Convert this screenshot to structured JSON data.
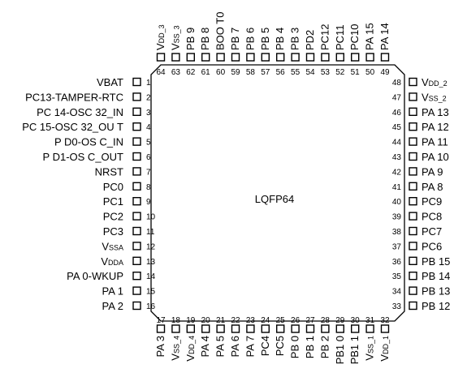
{
  "package": {
    "name": "LQFP64"
  },
  "pins": {
    "left": [
      {
        "num": "1",
        "name": "VBAT"
      },
      {
        "num": "2",
        "name": "PC13-TAMPER-RTC"
      },
      {
        "num": "3",
        "name": "PC 14-OSC 32_IN"
      },
      {
        "num": "4",
        "name": "PC 15-OSC 32_OU T"
      },
      {
        "num": "5",
        "name": "P D0-OS C_IN"
      },
      {
        "num": "6",
        "name": "P D1-OS C_OUT"
      },
      {
        "num": "7",
        "name": "NRST"
      },
      {
        "num": "8",
        "name": "PC0"
      },
      {
        "num": "9",
        "name": "PC1"
      },
      {
        "num": "10",
        "name": "PC2"
      },
      {
        "num": "11",
        "name": "PC3"
      },
      {
        "num": "12",
        "name": "VSSA"
      },
      {
        "num": "13",
        "name": "VDDA"
      },
      {
        "num": "14",
        "name": "PA 0-WKUP"
      },
      {
        "num": "15",
        "name": "PA 1"
      },
      {
        "num": "16",
        "name": "PA 2"
      }
    ],
    "bottom": [
      {
        "num": "17",
        "name": "PA 3"
      },
      {
        "num": "18",
        "name": "VSS_4"
      },
      {
        "num": "19",
        "name": "VDD_4"
      },
      {
        "num": "20",
        "name": "PA 4"
      },
      {
        "num": "21",
        "name": "PA 5"
      },
      {
        "num": "22",
        "name": "PA 6"
      },
      {
        "num": "23",
        "name": "PA 7"
      },
      {
        "num": "24",
        "name": "PC4"
      },
      {
        "num": "25",
        "name": "PC5"
      },
      {
        "num": "26",
        "name": "PB 0"
      },
      {
        "num": "27",
        "name": "PB 1"
      },
      {
        "num": "28",
        "name": "PB 2"
      },
      {
        "num": "29",
        "name": "PB1 0"
      },
      {
        "num": "30",
        "name": "PB1 1"
      },
      {
        "num": "31",
        "name": "VSS_1"
      },
      {
        "num": "32",
        "name": "VDD_1"
      }
    ],
    "right": [
      {
        "num": "33",
        "name": "PB 12"
      },
      {
        "num": "34",
        "name": "PB 13"
      },
      {
        "num": "35",
        "name": "PB 14"
      },
      {
        "num": "36",
        "name": "PB 15"
      },
      {
        "num": "37",
        "name": "PC6"
      },
      {
        "num": "38",
        "name": "PC7"
      },
      {
        "num": "39",
        "name": "PC8"
      },
      {
        "num": "40",
        "name": "PC9"
      },
      {
        "num": "41",
        "name": "PA 8"
      },
      {
        "num": "42",
        "name": "PA 9"
      },
      {
        "num": "43",
        "name": "PA 10"
      },
      {
        "num": "44",
        "name": "PA 11"
      },
      {
        "num": "45",
        "name": "PA 12"
      },
      {
        "num": "46",
        "name": "PA 13"
      },
      {
        "num": "47",
        "name": "VSS_2"
      },
      {
        "num": "48",
        "name": "VDD_2"
      }
    ],
    "top": [
      {
        "num": "49",
        "name": "PA 14"
      },
      {
        "num": "50",
        "name": "PA 15"
      },
      {
        "num": "51",
        "name": "PC10"
      },
      {
        "num": "52",
        "name": "PC11"
      },
      {
        "num": "53",
        "name": "PC12"
      },
      {
        "num": "54",
        "name": "PD2"
      },
      {
        "num": "55",
        "name": "PB 3"
      },
      {
        "num": "56",
        "name": "PB 4"
      },
      {
        "num": "57",
        "name": "PB 5"
      },
      {
        "num": "58",
        "name": "PB 6"
      },
      {
        "num": "59",
        "name": "PB 7"
      },
      {
        "num": "60",
        "name": "BOO T0"
      },
      {
        "num": "61",
        "name": "PB 8"
      },
      {
        "num": "62",
        "name": "PB 9"
      },
      {
        "num": "63",
        "name": "VSS_3"
      },
      {
        "num": "64",
        "name": "VDD_3"
      }
    ]
  }
}
